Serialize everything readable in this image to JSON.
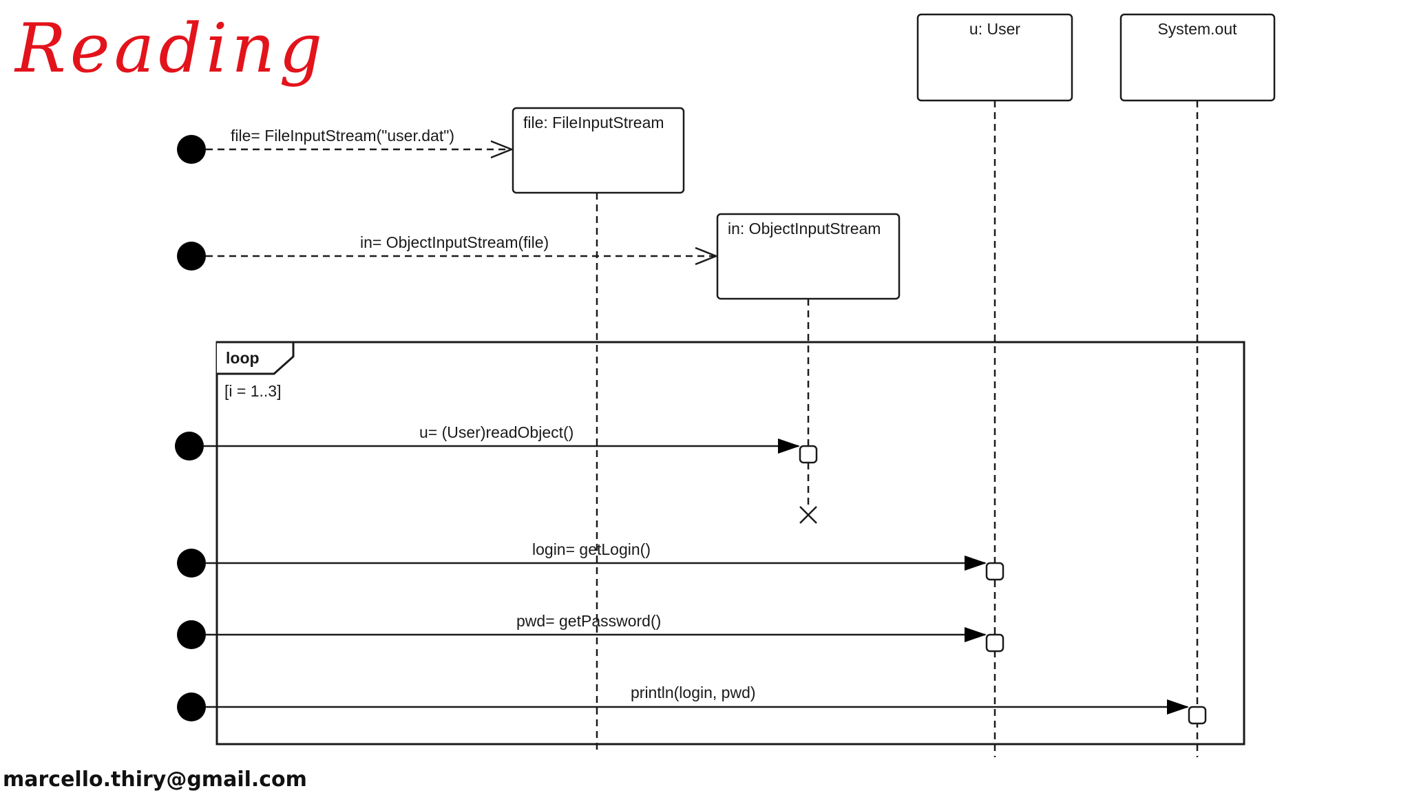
{
  "title": "Reading",
  "footer_email": "marcello.thiry@gmail.com",
  "lifelines": [
    {
      "id": "user",
      "label": "u: User"
    },
    {
      "id": "sysout",
      "label": "System.out"
    },
    {
      "id": "file",
      "label": "file: FileInputStream"
    },
    {
      "id": "in",
      "label": "in: ObjectInputStream"
    }
  ],
  "fragment": {
    "keyword": "loop",
    "guard": "[i = 1..3]"
  },
  "messages": [
    {
      "id": "create-file",
      "label": "file= FileInputStream(\"user.dat\")",
      "kind": "create"
    },
    {
      "id": "create-in",
      "label": "in= ObjectInputStream(file)",
      "kind": "create"
    },
    {
      "id": "read-object",
      "label": "u= (User)readObject()",
      "kind": "sync"
    },
    {
      "id": "get-login",
      "label": "login= getLogin()",
      "kind": "sync"
    },
    {
      "id": "get-password",
      "label": "pwd= getPassword()",
      "kind": "sync"
    },
    {
      "id": "println",
      "label": "println(login, pwd)",
      "kind": "sync"
    }
  ]
}
